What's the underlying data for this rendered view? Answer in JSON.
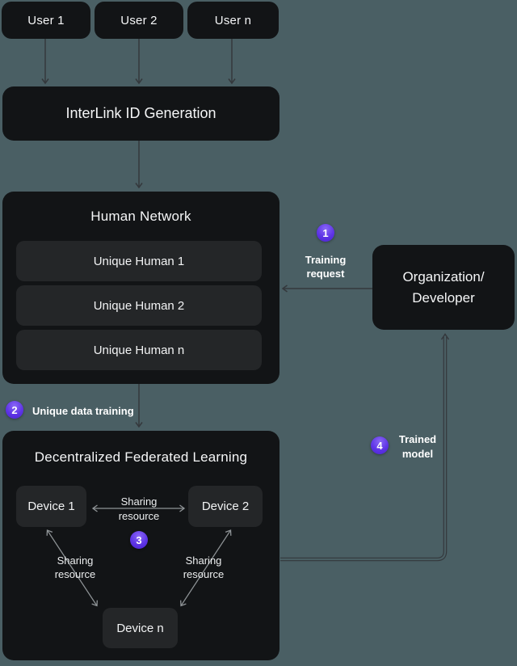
{
  "colors": {
    "background": "#4a5f64",
    "node_fill": "#121416",
    "inner_node_fill": "#242628",
    "text": "#f5f6f7",
    "badge_purple": "#5e34e6",
    "outer_line": "#34383c",
    "inner_arrow": "#8f9497"
  },
  "users": [
    {
      "label": "User 1"
    },
    {
      "label": "User 2"
    },
    {
      "label": "User n"
    }
  ],
  "interlink": {
    "title": "InterLink ID Generation"
  },
  "human_network": {
    "title": "Human Network",
    "members": [
      {
        "label": "Unique Human 1"
      },
      {
        "label": "Unique Human 2"
      },
      {
        "label": "Unique Human n"
      }
    ]
  },
  "organization": {
    "line1": "Organization/",
    "line2": "Developer"
  },
  "dfl": {
    "title": "Decentralized Federated Learning",
    "devices": [
      {
        "label": "Device 1"
      },
      {
        "label": "Device 2"
      },
      {
        "label": "Device n"
      }
    ]
  },
  "sharing": {
    "line1": "Sharing",
    "line2": "resource"
  },
  "steps": [
    {
      "number": "1",
      "line1": "Training",
      "line2": "request"
    },
    {
      "number": "2",
      "label": "Unique data training"
    },
    {
      "number": "3"
    },
    {
      "number": "4",
      "line1": "Trained",
      "line2": "model"
    }
  ]
}
